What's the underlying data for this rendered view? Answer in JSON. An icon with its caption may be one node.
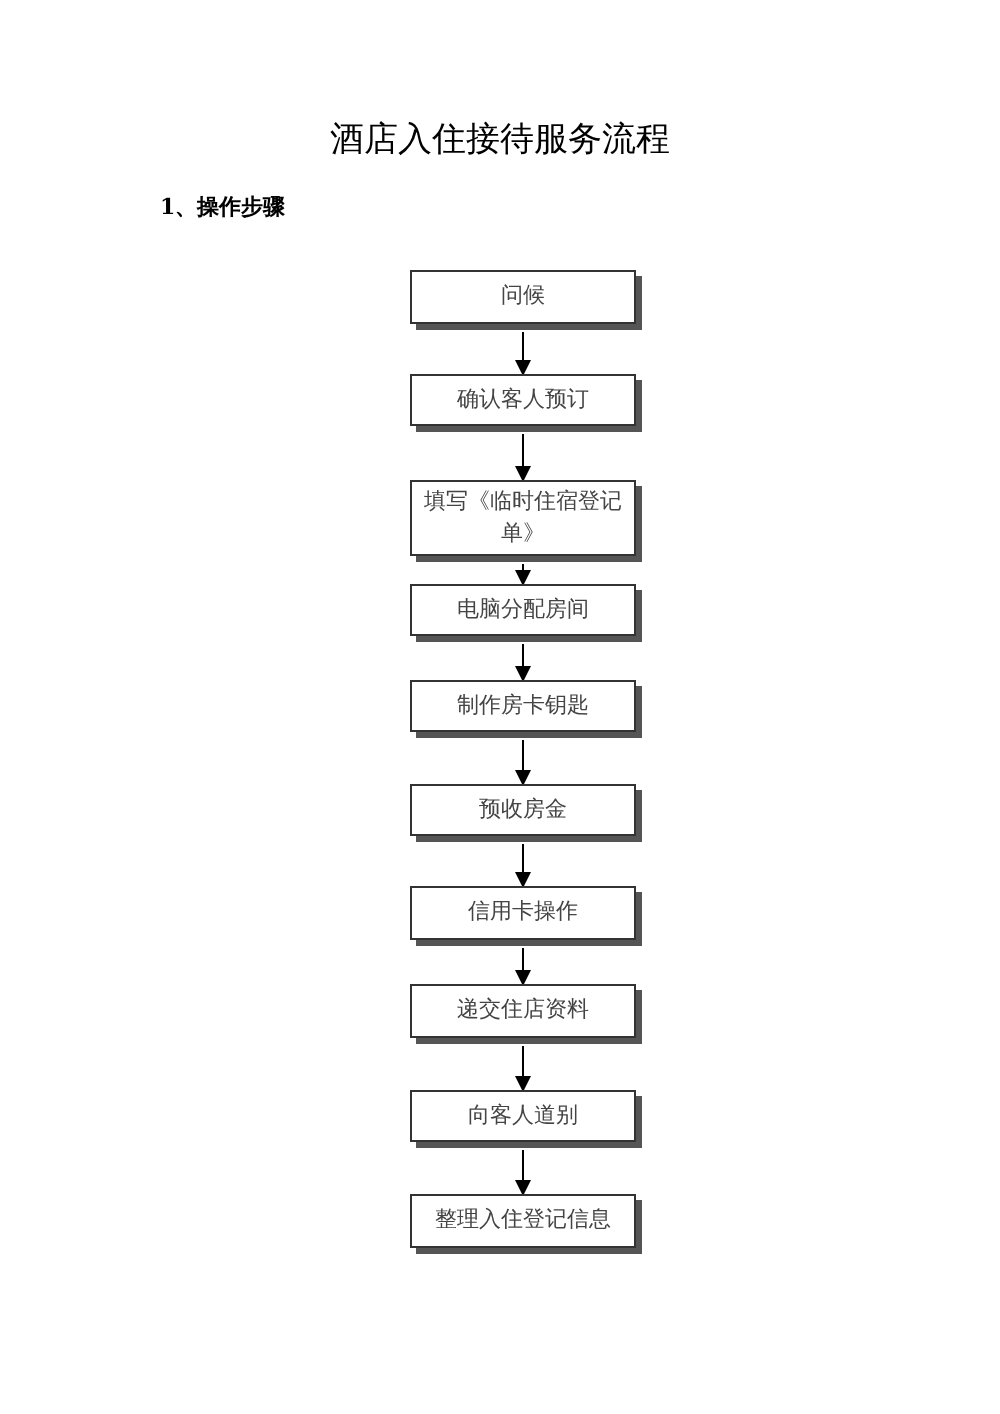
{
  "diagram": {
    "title": "酒店入住接待服务流程",
    "nodes": [
      {
        "text": [
          "问候"
        ]
      },
      {
        "text": [
          "确认客人预订"
        ]
      },
      {
        "text": [
          "填写《临时住宿登记单》"
        ]
      },
      {
        "text": [
          "电脑分配房间"
        ]
      },
      {
        "text": [
          "制作房卡钥匙"
        ]
      },
      {
        "text": [
          "预收房金"
        ]
      },
      {
        "text": [
          "信用卡操作"
        ]
      },
      {
        "text": [
          "递交住店资料"
        ]
      },
      {
        "text": [
          "向客人道别"
        ]
      },
      {
        "text": [
          "整理入住登记信息"
        ]
      }
    ],
    "edges": [
      {
        "from": 0,
        "to": 1,
        "arrow": "to"
      },
      {
        "from": 1,
        "to": 2,
        "arrow": "to"
      },
      {
        "from": 2,
        "to": 3,
        "arrow": "to"
      },
      {
        "from": 3,
        "to": 4,
        "arrow": "to"
      },
      {
        "from": 4,
        "to": 5,
        "arrow": "to"
      },
      {
        "from": 5,
        "to": 6,
        "arrow": "to"
      },
      {
        "from": 6,
        "to": 7,
        "arrow": "to"
      },
      {
        "from": 7,
        "to": 8,
        "arrow": "to"
      },
      {
        "from": 8,
        "to": 9,
        "arrow": "to"
      }
    ],
    "labels": [
      "1、操作步骤"
    ]
  }
}
